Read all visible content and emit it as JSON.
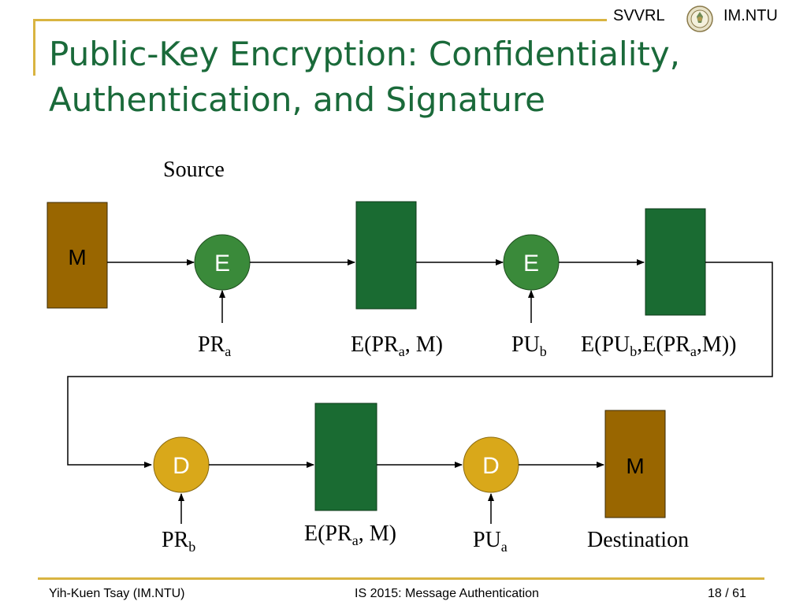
{
  "header": {
    "left_text": "SVVRL",
    "right_text": "IM.NTU",
    "logo_icon": "university-seal-icon"
  },
  "slide": {
    "title_line1": "Public-Key Encryption: Confidentiality,",
    "title_line2": "Authentication, and Signature"
  },
  "diagram": {
    "source_label": "Source",
    "destination_label": "Destination",
    "message_box": "M",
    "dest_message_box": "M",
    "encrypt_1": "E",
    "encrypt_2": "E",
    "decrypt_1": "D",
    "decrypt_2": "D",
    "key_enc_1": {
      "base": "PR",
      "sub": "a"
    },
    "key_enc_2": {
      "base": "PU",
      "sub": "b"
    },
    "key_dec_1": {
      "base": "PR",
      "sub": "b"
    },
    "key_dec_2": {
      "base": "PU",
      "sub": "a"
    },
    "cipher_1": {
      "pre": "E(PR",
      "sub": "a",
      "post": ", M)"
    },
    "cipher_2": {
      "p1": "E(PU",
      "s1": "b",
      "p2": ",E(PR",
      "s2": "a",
      "p3": ",M))"
    },
    "cipher_3": {
      "pre": "E(PR",
      "sub": "a",
      "post": ", M)"
    },
    "colors": {
      "message": "#996600",
      "cipher": "#1a6b32",
      "encrypt": "#3a8a3a",
      "decrypt": "#d9a81a",
      "accent": "#d9b441"
    }
  },
  "footer": {
    "author": "Yih-Kuen Tsay (IM.NTU)",
    "course": "IS 2015: Message Authentication",
    "page": "18",
    "total": "/ 61"
  }
}
